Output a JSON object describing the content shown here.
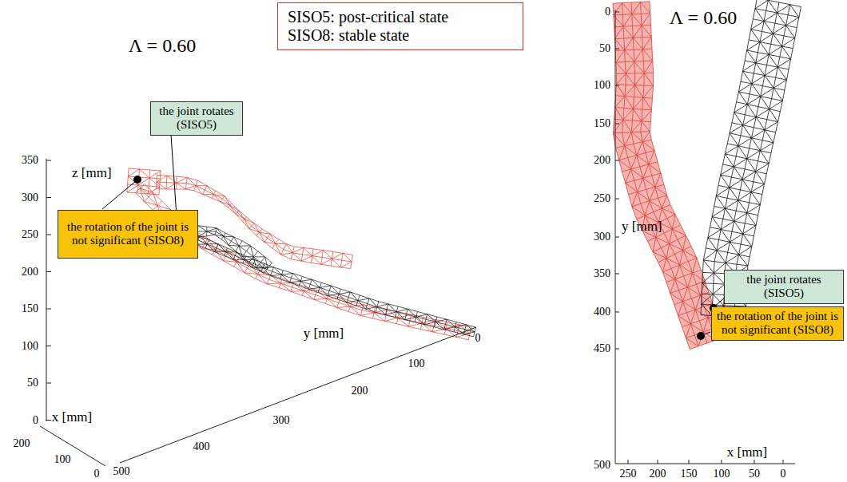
{
  "diagram": {
    "nodes": [
      {
        "text": [
          "SISO5: post-critical state",
          "SISO8: stable state"
        ]
      },
      {
        "text": [
          "the joint rotates (SISO5)"
        ]
      },
      {
        "text": [
          "the rotation of the joint is not significant (SISO8)"
        ]
      },
      {
        "text": [
          "the joint rotates (SISO5)"
        ]
      },
      {
        "text": [
          "the rotation of the joint is not significant (SISO8)"
        ]
      }
    ],
    "labels": [
      "Λ = 0.60",
      "Λ = 0.60",
      "z [mm]",
      "350",
      "300",
      "250",
      "200",
      "150",
      "100",
      "50",
      "0",
      "x [mm]",
      "200",
      "100",
      "0",
      "y [mm]",
      "100",
      "200",
      "300",
      "400",
      "500",
      "0",
      "0",
      "50",
      "100",
      "150",
      "200",
      "250",
      "300",
      "350",
      "400",
      "450",
      "500",
      "y [mm]",
      "x [mm]",
      "250",
      "200",
      "150",
      "100",
      "50",
      "0"
    ]
  }
}
